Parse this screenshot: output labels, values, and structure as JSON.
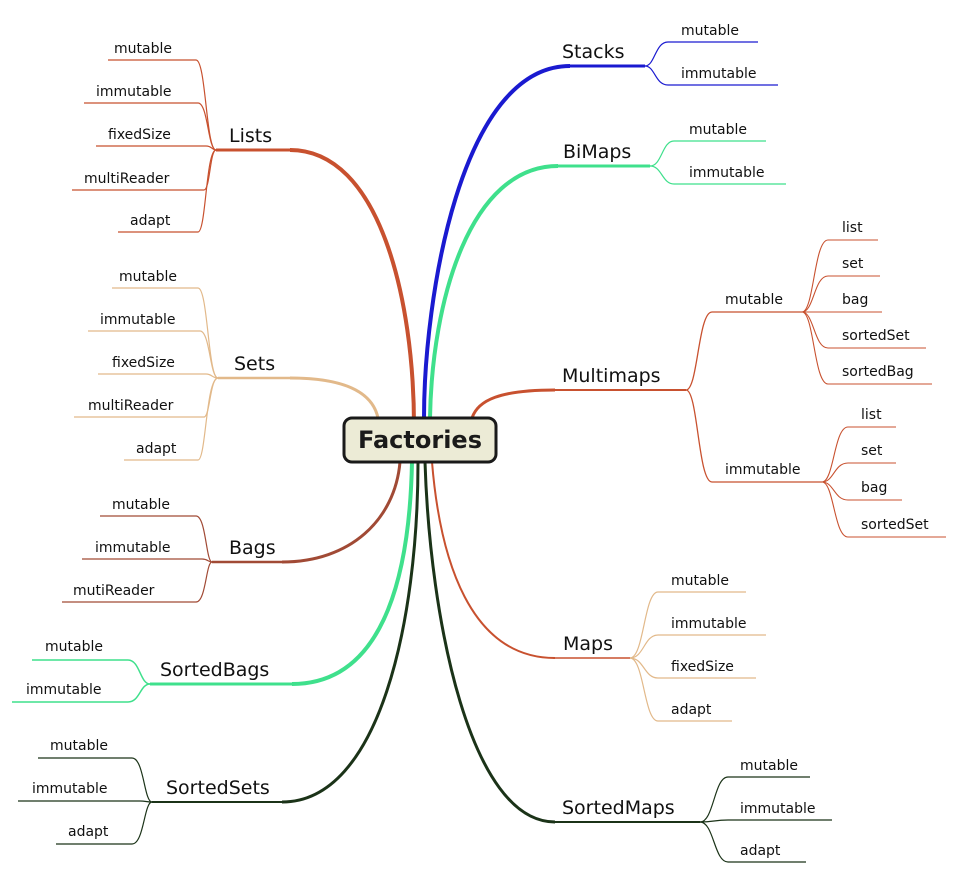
{
  "center": {
    "label": "Factories"
  },
  "colors": {
    "lists": "#c8512f",
    "sets": "#e2b98a",
    "bags": "#a14a35",
    "sortedBags": "#3fe08c",
    "sortedSets": "#1b3318",
    "stacks": "#1a1ad0",
    "biMaps": "#3fe08c",
    "multimaps": "#c8512f",
    "maps": "#e2b98a",
    "sortedMaps": "#1b3318"
  },
  "branches": {
    "lists": {
      "label": "Lists",
      "children": [
        "mutable",
        "immutable",
        "fixedSize",
        "multiReader",
        "adapt"
      ]
    },
    "sets": {
      "label": "Sets",
      "children": [
        "mutable",
        "immutable",
        "fixedSize",
        "multiReader",
        "adapt"
      ]
    },
    "bags": {
      "label": "Bags",
      "children": [
        "mutable",
        "immutable",
        "mutiReader"
      ]
    },
    "sortedBags": {
      "label": "SortedBags",
      "children": [
        "mutable",
        "immutable"
      ]
    },
    "sortedSets": {
      "label": "SortedSets",
      "children": [
        "mutable",
        "immutable",
        "adapt"
      ]
    },
    "stacks": {
      "label": "Stacks",
      "children": [
        "mutable",
        "immutable"
      ]
    },
    "biMaps": {
      "label": "BiMaps",
      "children": [
        "mutable",
        "immutable"
      ]
    },
    "multimaps": {
      "label": "Multimaps",
      "mutable": {
        "label": "mutable",
        "children": [
          "list",
          "set",
          "bag",
          "sortedSet",
          "sortedBag"
        ]
      },
      "immutable": {
        "label": "immutable",
        "children": [
          "list",
          "set",
          "bag",
          "sortedSet"
        ]
      }
    },
    "maps": {
      "label": "Maps",
      "children": [
        "mutable",
        "immutable",
        "fixedSize",
        "adapt"
      ]
    },
    "sortedMaps": {
      "label": "SortedMaps",
      "children": [
        "mutable",
        "immutable",
        "adapt"
      ]
    }
  }
}
